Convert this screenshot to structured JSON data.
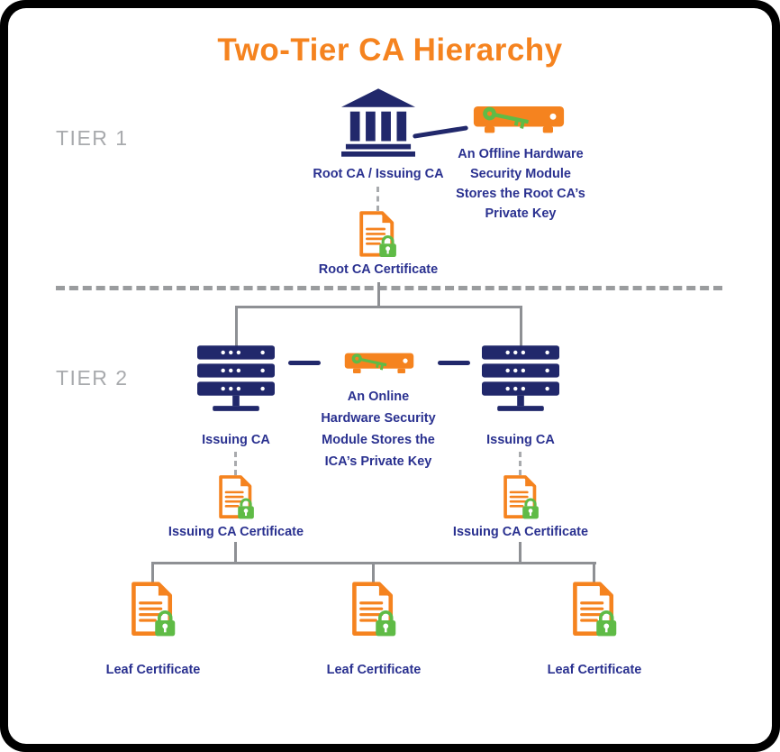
{
  "title": "Two-Tier CA Hierarchy",
  "tier_labels": {
    "tier1": "TIER 1",
    "tier2": "TIER 2"
  },
  "tier1": {
    "root_ca_label": "Root CA / Issuing CA",
    "offline_hsm_lines": [
      "An Offline Hardware",
      "Security Module",
      "Stores the Root CA’s",
      "Private Key"
    ],
    "root_cert_label": "Root CA Certificate"
  },
  "tier2": {
    "issuing_ca_left_label": "Issuing CA",
    "issuing_ca_right_label": "Issuing CA",
    "online_hsm_lines": [
      "An Online",
      "Hardware Security",
      "Module Stores the",
      "ICA’s Private Key"
    ],
    "issuing_cert_left_label": "Issuing CA Certificate",
    "issuing_cert_right_label": "Issuing CA Certificate",
    "leaf_cert_labels": [
      "Leaf Certificate",
      "Leaf Certificate",
      "Leaf Certificate"
    ]
  },
  "icons": {
    "bank": "bank-icon",
    "hsm": "hsm-device-icon",
    "key": "key-icon",
    "certificate": "certificate-icon",
    "padlock": "padlock-icon",
    "server": "server-stack-icon"
  },
  "colors": {
    "orange": "#F5831F",
    "navy": "#21286B",
    "text_navy": "#2A3190",
    "green": "#5FBB46",
    "line_gray": "#8E9094",
    "tier_gray": "#A8AAAD"
  }
}
